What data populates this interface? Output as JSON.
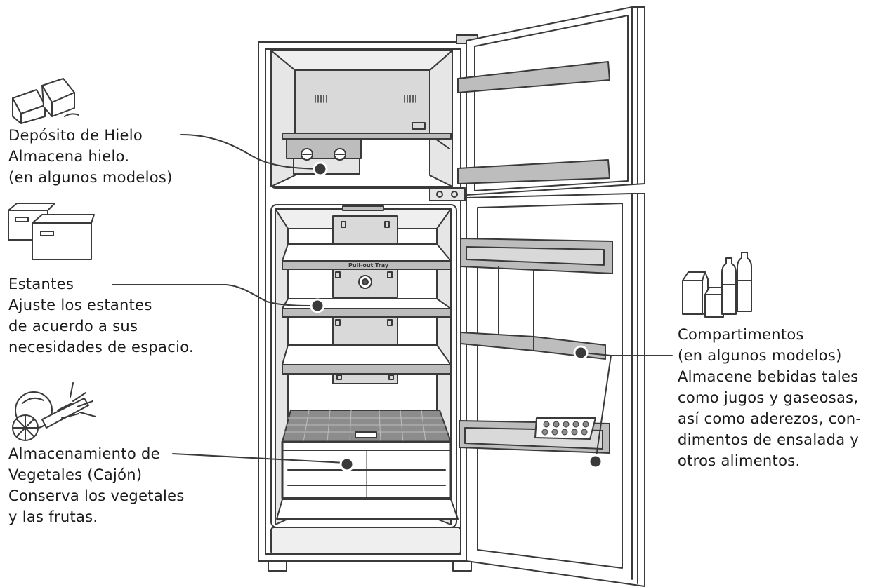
{
  "callouts": {
    "ice": {
      "title": "Depósito de Hielo",
      "lines": [
        "Almacena hielo.",
        "(en algunos modelos)"
      ]
    },
    "shelves": {
      "title": "Estantes",
      "lines": [
        "Ajuste los estantes",
        "de acuerdo a sus",
        "necesidades de espacio."
      ]
    },
    "crisper": {
      "title": "Almacenamiento de",
      "lines": [
        "Vegetales (Cajón)",
        "Conserva los vegetales",
        "y las frutas."
      ]
    },
    "door_bins": {
      "title": "Compartimentos",
      "lines": [
        "(en algunos modelos)",
        "Almacene bebidas tales",
        "como jugos y  gaseosas,",
        "así como aderezos, con-",
        "dimentos de ensalada y",
        "otros alimentos."
      ]
    }
  },
  "fridge": {
    "tray_label": "Pull-out Tray"
  },
  "colors": {
    "line": "#3a3a3a",
    "panel_gray": "#d9d9d9",
    "shelf_gray": "#bdbdbd",
    "dark_gray": "#8c8c8c"
  },
  "icons": [
    "ice-cubes-icon",
    "storage-boxes-icon",
    "fruits-vegetables-icon",
    "drinks-cartons-bottles-icon"
  ]
}
